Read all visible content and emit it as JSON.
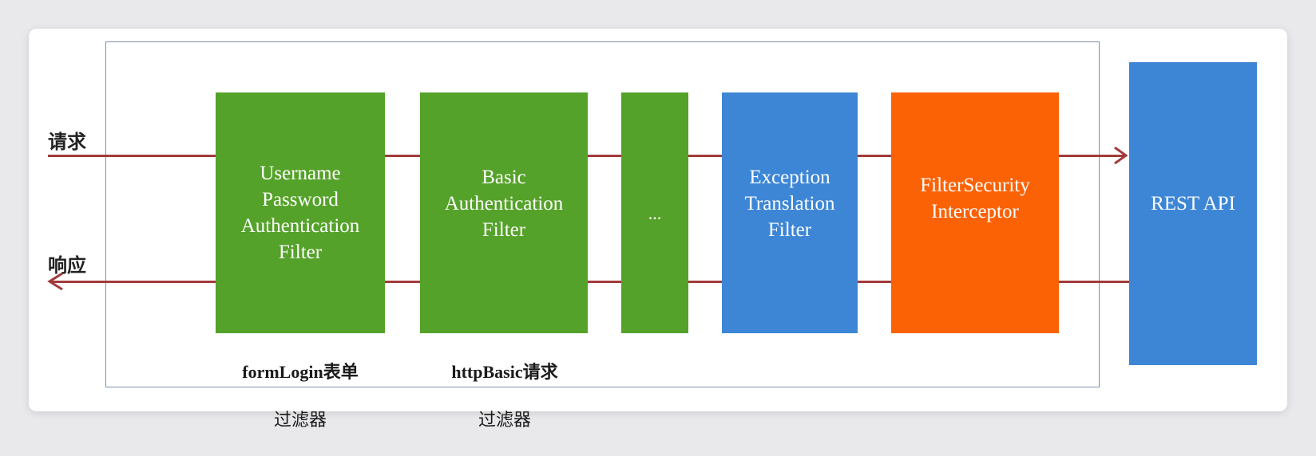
{
  "labels": {
    "request": "请求",
    "response": "响应"
  },
  "filters": [
    {
      "text": "Username\nPassword\nAuthentication\nFilter",
      "color": "#55a22a"
    },
    {
      "text": "Basic\nAuthentication\nFilter",
      "color": "#55a22a"
    },
    {
      "text": "...",
      "color": "#55a22a"
    },
    {
      "text": "Exception\nTranslation\nFilter",
      "color": "#3d86d6"
    },
    {
      "text": "FilterSecurity\nInterceptor",
      "color": "#fb6206"
    }
  ],
  "captions": [
    {
      "line1": "formLogin表单",
      "line2": "过滤器"
    },
    {
      "line1": "httpBasic请求",
      "line2": "过滤器"
    }
  ],
  "rest_api": {
    "text": "REST API",
    "color": "#3d86d6"
  }
}
